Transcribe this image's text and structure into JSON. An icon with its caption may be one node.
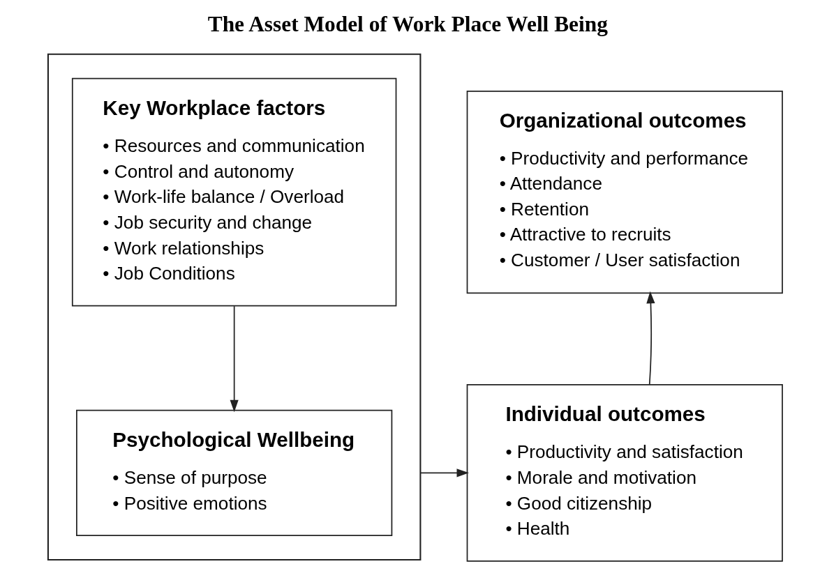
{
  "diagram": {
    "title": "The Asset Model of Work Place Well Being",
    "nodes": [
      {
        "text": [],
        "shape": "box"
      },
      {
        "text": [
          "Key Workplace factors",
          "• Resources and communication",
          "• Control and autonomy",
          "• Work-life balance / Overload",
          "• Job security and change",
          "• Work relationships",
          "• Job Conditions"
        ],
        "in": 0
      },
      {
        "text": [
          "Psychological Wellbeing",
          "• Sense of purpose",
          "• Positive emotions"
        ],
        "in": 0
      },
      {
        "text": [
          "Organizational outcomes",
          "• Productivity and performance",
          "• Attendance",
          "• Retention",
          "• Attractive to recruits",
          "• Customer / User satisfaction"
        ]
      },
      {
        "text": [
          "Individual outcomes",
          "• Productivity and satisfaction",
          "• Morale and motivation",
          "• Good citizenship",
          "• Health"
        ]
      }
    ],
    "edges": [
      {
        "from": 1,
        "to": 2,
        "arrow": "to"
      },
      {
        "from": 0,
        "to": 4,
        "arrow": "to"
      },
      {
        "from": 4,
        "to": 3,
        "arrow": "to"
      }
    ]
  }
}
